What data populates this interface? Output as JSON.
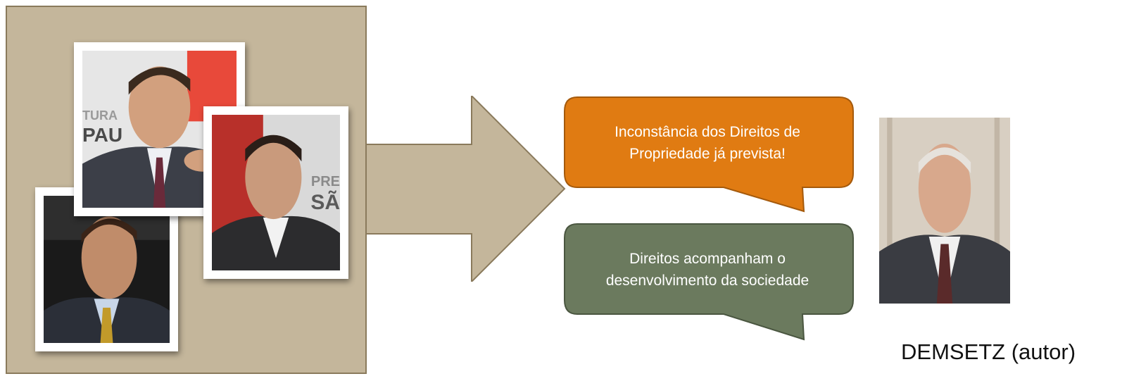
{
  "bubbles": {
    "orange_text": "Inconstância dos Direitos de Propriedade já prevista!",
    "green_text": "Direitos acompanham o desenvolvimento da sociedade"
  },
  "photos": {
    "top_backdrop_text": [
      "TURA",
      "PAU"
    ],
    "right_backdrop_text": [
      "PRE",
      "SÃ"
    ]
  },
  "author": {
    "caption": "DEMSETZ (autor)"
  },
  "colors": {
    "beige_box": "#c4b69b",
    "arrow_fill": "#c4b69b",
    "arrow_stroke": "#8a7a5c",
    "orange_bubble": "#e07b12",
    "green_bubble": "#6b7a5e"
  }
}
